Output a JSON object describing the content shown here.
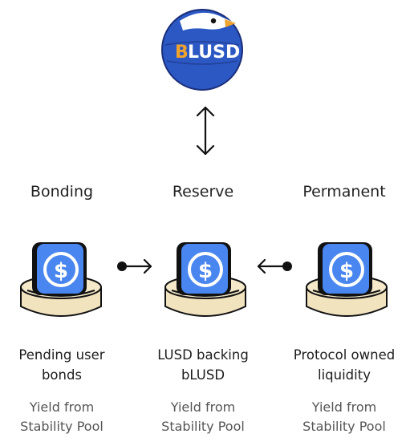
{
  "logo": {
    "text_b": "B",
    "text_rest": "LUSD"
  },
  "columns": [
    {
      "title": "Bonding",
      "desc": [
        "Pending user",
        "bonds"
      ],
      "yield": [
        "Yield from",
        "Stability Pool"
      ]
    },
    {
      "title": "Reserve",
      "desc": [
        "LUSD backing",
        "bLUSD"
      ],
      "yield": [
        "Yield from",
        "Stability Pool"
      ]
    },
    {
      "title": "Permanent",
      "desc": [
        "Protocol owned",
        "liquidity"
      ],
      "yield": [
        "Yield from",
        "Stability Pool"
      ]
    }
  ],
  "colors": {
    "logo_blue": "#2c58c4",
    "logo_dark": "#1a2f7a",
    "logo_orange": "#f0a32c",
    "coin_blue": "#4a86ef",
    "pot_fill": "#f2e3bf",
    "ink": "#111111"
  }
}
